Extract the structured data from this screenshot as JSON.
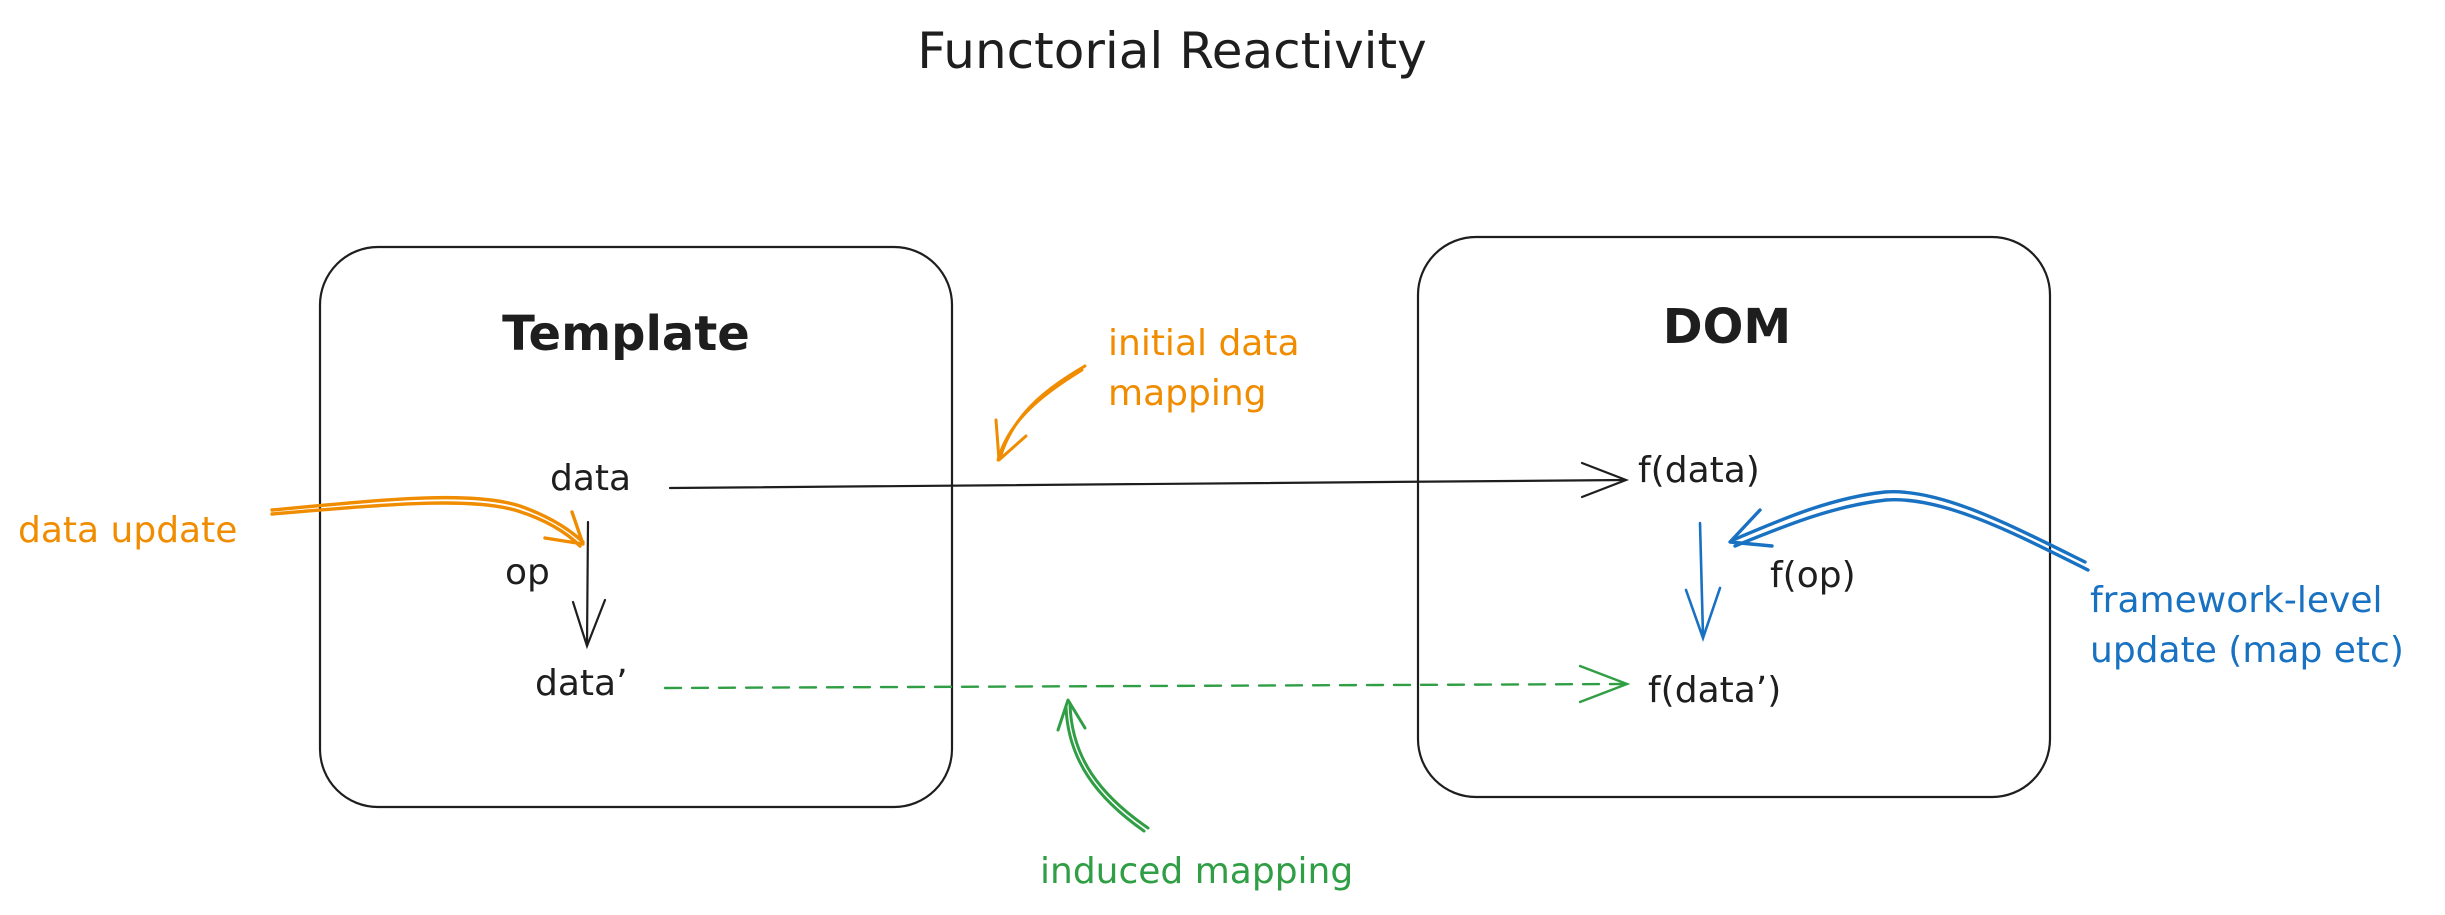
{
  "title": "Functorial Reactivity",
  "template_box": {
    "title": "Template"
  },
  "dom_box": {
    "title": "DOM"
  },
  "nodes": {
    "data": "data",
    "op": "op",
    "data_prime": "data’",
    "f_data": "f(data)",
    "f_op": "f(op)",
    "f_data_prime": "f(data’)"
  },
  "annotations": {
    "initial_mapping_line1": "initial data",
    "initial_mapping_line2": "mapping",
    "data_update": "data update",
    "induced_mapping": "induced mapping",
    "framework_line1": "framework-level",
    "framework_line2": "update (map etc)"
  },
  "colors": {
    "ink": "#1e1e1e",
    "orange": "#f08c00",
    "green": "#2f9e44",
    "blue": "#1971c2"
  }
}
